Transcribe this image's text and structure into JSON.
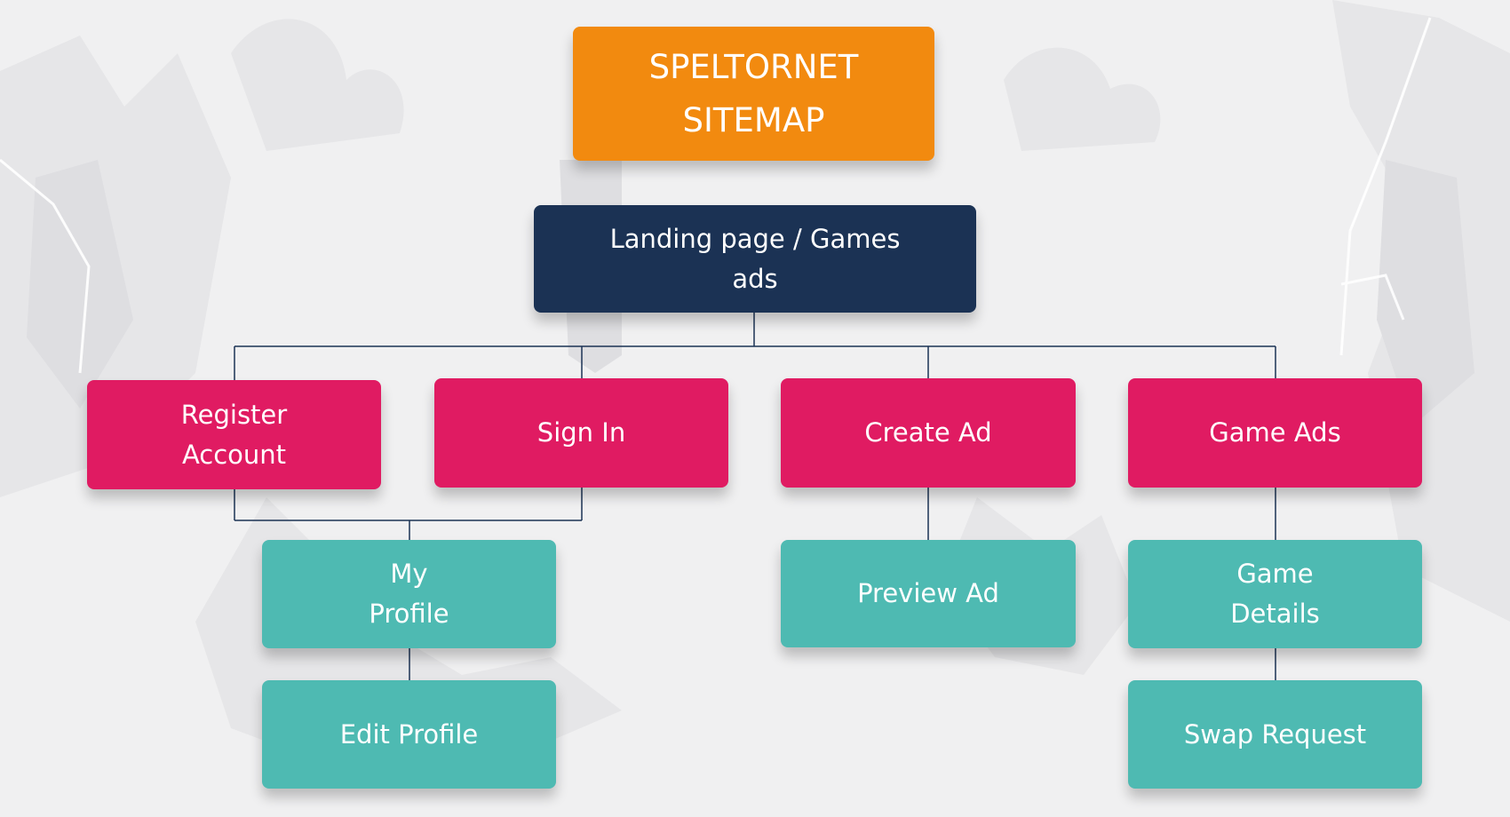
{
  "colors": {
    "title": "#f28a0f",
    "main": "#1b3254",
    "section": "#e01b62",
    "subpage": "#4ebab2",
    "connector": "#1b3254"
  },
  "title": "SPELTORNET\nSITEMAP",
  "landing": "Landing page / Games\nads",
  "sections": {
    "register": "Register\nAccount",
    "sign_in": "Sign In",
    "create_ad": "Create Ad",
    "game_ads": "Game Ads"
  },
  "subpages": {
    "my_profile": "My\nProfile",
    "edit_profile": "Edit Profile",
    "preview_ad": "Preview Ad",
    "game_details": "Game\nDetails",
    "swap_request": "Swap Request"
  }
}
